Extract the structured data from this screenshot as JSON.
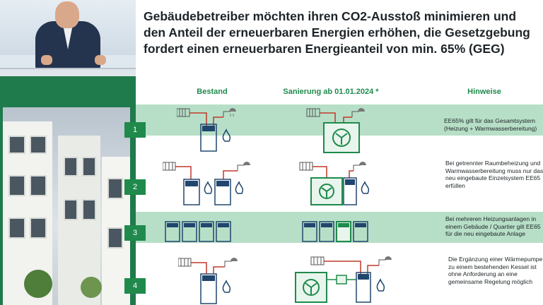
{
  "title": "Gebäudebetreiber möchten ihren CO2-Ausstoß minimieren und den Anteil der erneuerbaren Energien erhöhen, die Gesetzgebung fordert einen erneuerbaren Energieanteil von min. 65% (GEG)",
  "columns": {
    "bestand": "Bestand",
    "sanierung": "Sanierung ab 01.01.2024 *",
    "hinweise": "Hinweise"
  },
  "rows": [
    {
      "num": "1",
      "hint": "EE65% gilt für das Gesamtsystem (Heizung + Warmwasserbereitung)"
    },
    {
      "num": "2",
      "hint": "Bei getrennter Raumbeheizung und Warmwasserbereitung muss nur das neu eingebaute Einzelsystem EE65 erfüllen"
    },
    {
      "num": "3",
      "hint": "Bei mehreren Heizungsanlagen in einem Gebäude / Quartier gilt EE65 für die neu eingebaute Anlage"
    },
    {
      "num": "4",
      "hint": "Die Ergänzung einer Wärmepumpe zu einem bestehenden Kessel ist ohne Anforderung an eine gemeinsame Regelung möglich"
    }
  ],
  "colors": {
    "green": "#1f8a4c",
    "light_green": "#b7dfc7",
    "navy": "#20466e"
  },
  "icons": [
    "radiator-icon",
    "shower-icon",
    "boiler-icon",
    "flame-icon",
    "heat-pump-icon",
    "storage-tank-icon"
  ]
}
